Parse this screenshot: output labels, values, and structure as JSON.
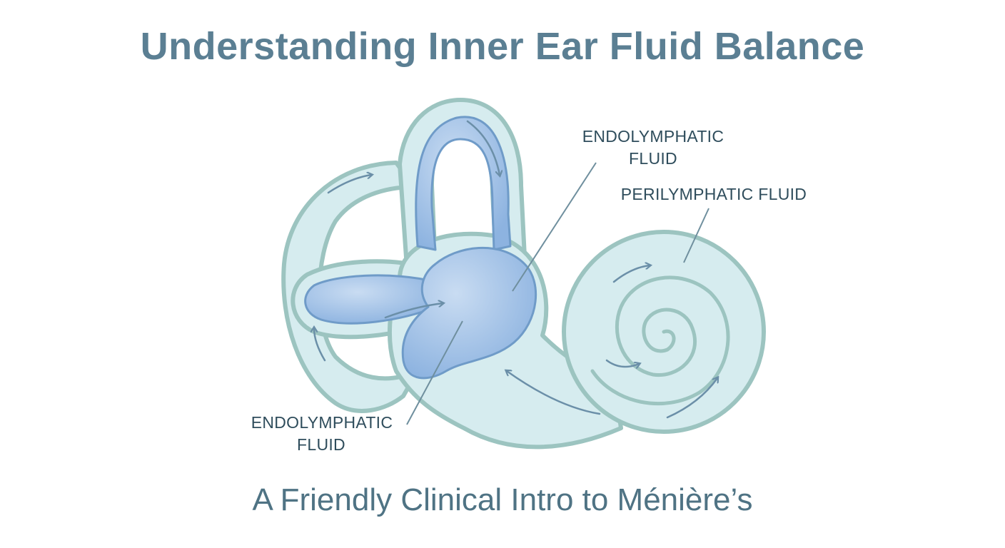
{
  "title": "Understanding Inner Ear Fluid Balance",
  "subtitle": "A Friendly Clinical Intro to Ménière’s",
  "labels": {
    "endolymph_top_line1": "ENDOLYMPHATIC",
    "endolymph_top_line2": "FLUID",
    "perilymph": "PERILYMPHATIC FLUID",
    "endolymph_bottom_line1": "ENDOLYMPHATIC",
    "endolymph_bottom_line2": "FLUID"
  },
  "colors": {
    "title": "#5b7f93",
    "subtitle": "#4f7384",
    "label_text": "#2f4d5c",
    "leader_line": "#6f8f9e",
    "perilymph_fill": "#d6ecef",
    "perilymph_outline": "#9cc4c0",
    "endolymph_fill": "#9dbfe6",
    "endolymph_outline": "#6f9bc8",
    "flow_arrow": "#6b8fa8"
  },
  "icons": [
    "flow-arrow-icon"
  ]
}
